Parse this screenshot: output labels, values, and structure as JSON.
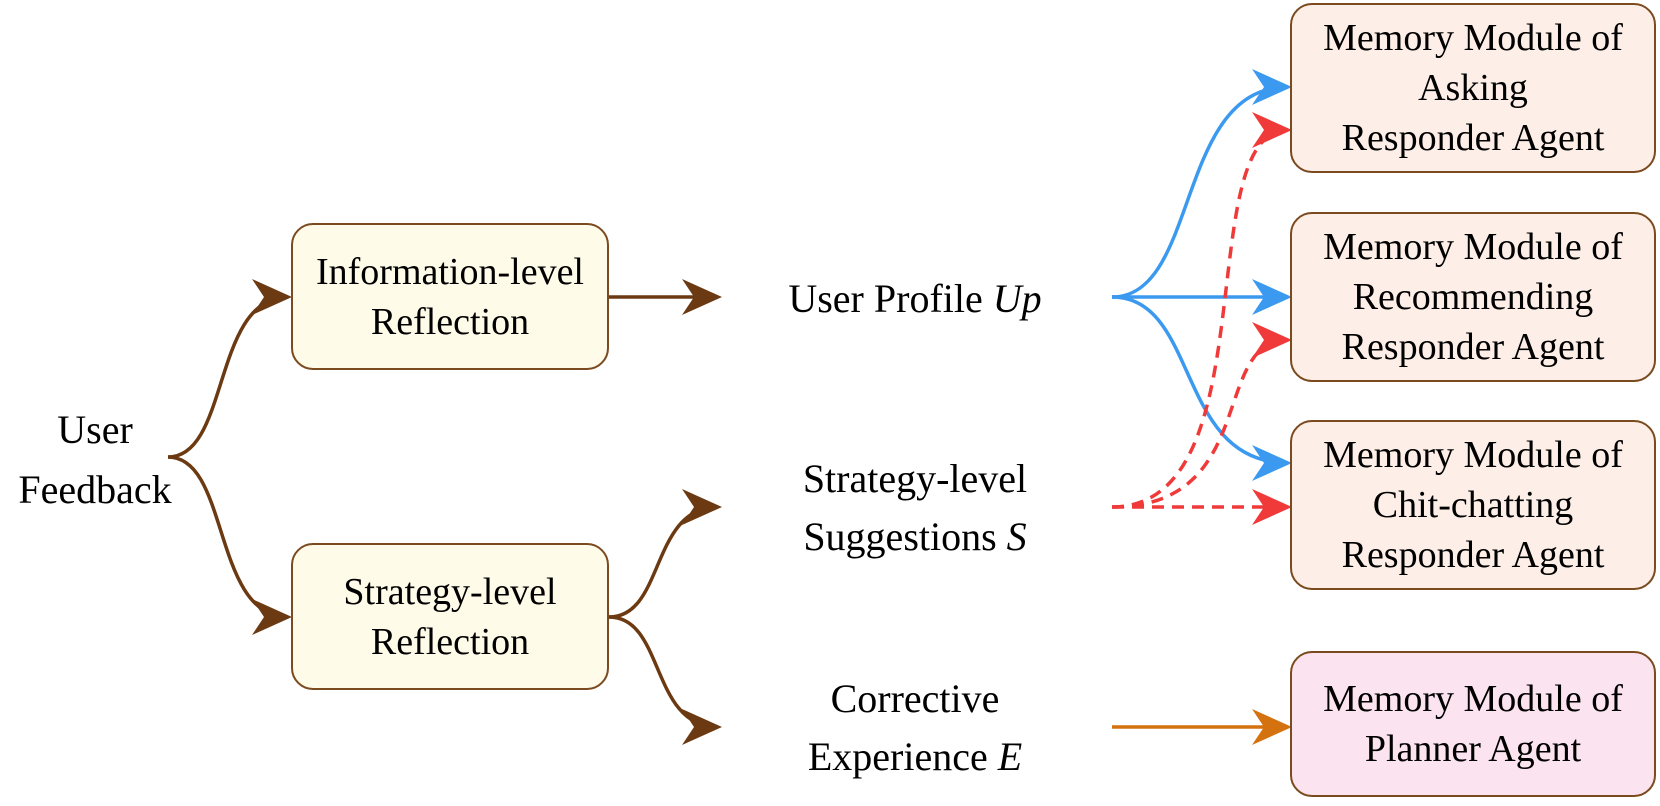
{
  "user_feedback": {
    "line1": "User",
    "line2": "Feedback"
  },
  "info_reflection": {
    "line1": "Information-level",
    "line2": "Reflection"
  },
  "strategy_reflection": {
    "line1": "Strategy-level",
    "line2": "Reflection"
  },
  "user_profile": {
    "text": "User Profile ",
    "symbol": "Up"
  },
  "strategy_suggestions": {
    "line1": "Strategy-level",
    "text": "Suggestions ",
    "symbol": "S"
  },
  "corrective_experience": {
    "line1": "Corrective",
    "text": "Experience ",
    "symbol": "E"
  },
  "memory_asking": {
    "line1": "Memory Module of",
    "line2": "Asking",
    "line3": "Responder Agent"
  },
  "memory_recommending": {
    "line1": "Memory Module of",
    "line2": "Recommending",
    "line3": "Responder Agent"
  },
  "memory_chitchat": {
    "line1": "Memory Module of",
    "line2": "Chit-chatting",
    "line3": "Responder Agent"
  },
  "memory_planner": {
    "line1": "Memory Module of",
    "line2": "Planner Agent"
  },
  "colors": {
    "brown": "#6b3a12",
    "blue": "#3b9af0",
    "red": "#f03a3a",
    "orange": "#d4720f",
    "reflection_fill": "#fffbe9",
    "memory_fill": "#fdefe8",
    "planner_fill": "#fce3f0"
  }
}
